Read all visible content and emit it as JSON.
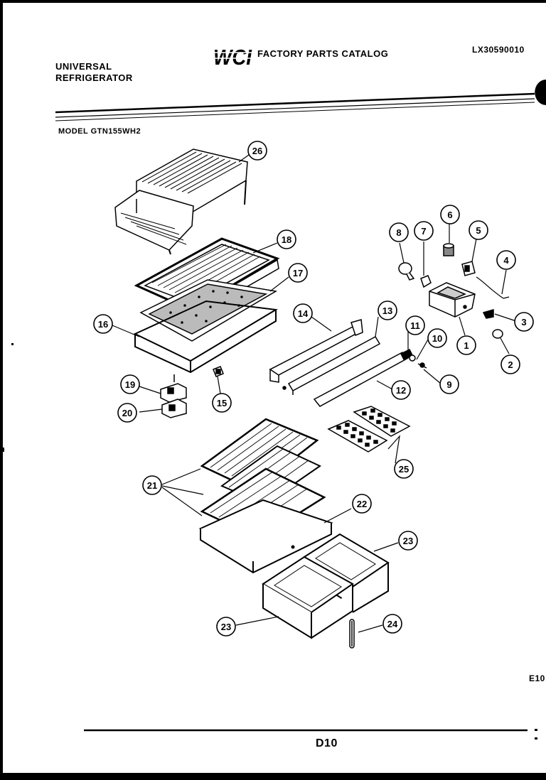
{
  "header": {
    "brand_line1": "UNIVERSAL",
    "brand_line2": "REFRIGERATOR",
    "logo_text": "WCI",
    "catalog_title": "FACTORY PARTS CATALOG",
    "catalog_number": "LX30590010"
  },
  "model_label": "MODEL GTN155WH2",
  "callouts": [
    "26",
    "18",
    "17",
    "16",
    "14",
    "13",
    "11",
    "10",
    "9",
    "12",
    "8",
    "7",
    "6",
    "5",
    "4",
    "3",
    "2",
    "1",
    "19",
    "20",
    "15",
    "25",
    "21",
    "22",
    "23",
    "23",
    "24"
  ],
  "footer": {
    "corner_code": "E10",
    "page_code": "D10"
  }
}
